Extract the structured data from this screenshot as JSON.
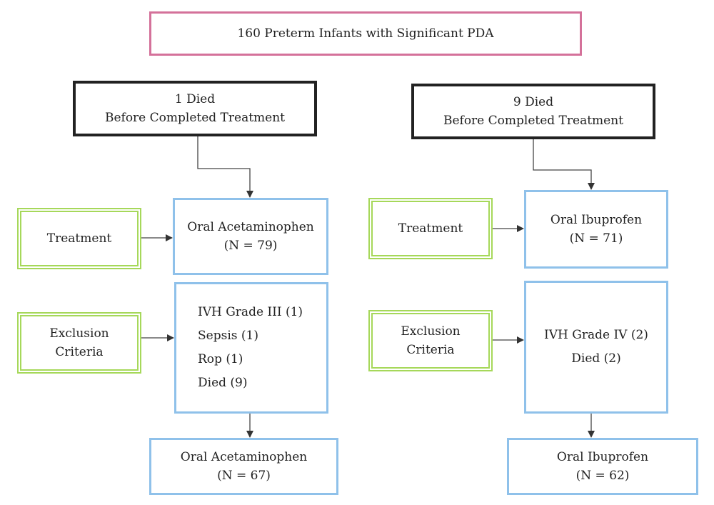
{
  "title": "160 Preterm Infants with Significant PDA",
  "left": {
    "died_line1": "1 Died",
    "died_line2": "Before Completed Treatment",
    "treatment_label": "Treatment",
    "drug_line1": "Oral Acetaminophen",
    "drug_line2": "(N = 79)",
    "exclusion_line1": "Exclusion",
    "exclusion_line2": "Criteria",
    "exclusions": [
      "IVH Grade III (1)",
      "Sepsis (1)",
      "Rop (1)",
      "Died (9)"
    ],
    "final_line1": "Oral Acetaminophen",
    "final_line2": "(N = 67)"
  },
  "right": {
    "died_line1": "9 Died",
    "died_line2": "Before Completed Treatment",
    "treatment_label": "Treatment",
    "drug_line1": "Oral Ibuprofen",
    "drug_line2": "(N = 71)",
    "exclusion_line1": "Exclusion",
    "exclusion_line2": "Criteria",
    "exclusions": [
      "IVH Grade IV (2)",
      "Died (2)"
    ],
    "final_line1": "Oral Ibuprofen",
    "final_line2": "(N = 62)"
  },
  "colors": {
    "title_border": "#d4719a",
    "died_border": "#222222",
    "arm_border": "#8fc1ea",
    "side_border": "#a6d85a"
  }
}
